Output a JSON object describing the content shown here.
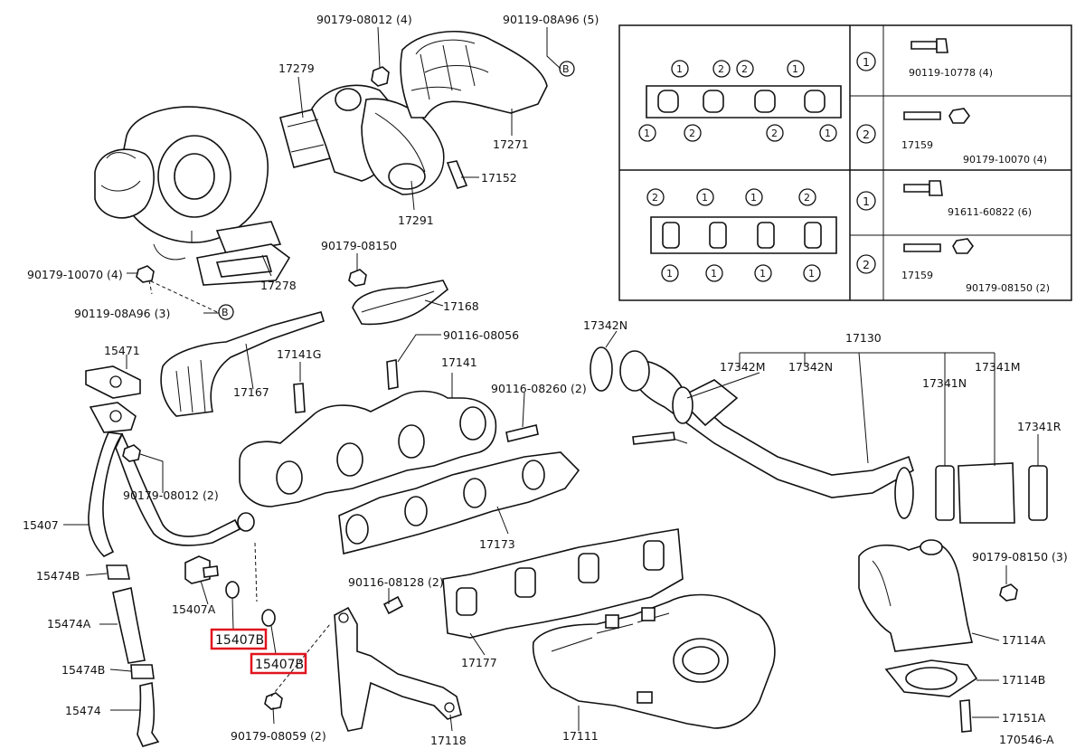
{
  "diagram": {
    "id_label": "170546-A",
    "colors": {
      "highlight": "#e0141e",
      "ink": "#111111"
    },
    "callouts": [
      "90179-08012 (4)",
      "90119-08A96 (5)",
      "17279",
      "17271",
      "17152",
      "17291",
      "90179-10070 (4)",
      "17278",
      "90179-08150",
      "17168",
      "90119-08A96 (3)",
      "15471",
      "17141G",
      "90116-08056",
      "17141",
      "90116-08260 (2)",
      "17167",
      "90179-08012 (2)",
      "15407",
      "17173",
      "15474B",
      "15407A",
      "15474A",
      "90116-08128 (2)",
      "17177",
      "15474B",
      "15474",
      "90179-08059 (2)",
      "17118",
      "17111",
      "17342N",
      "17130",
      "17342M",
      "17342N",
      "17341M",
      "17341N",
      "17341R",
      "90179-08150 (3)",
      "17114A",
      "17114B",
      "17151A"
    ],
    "highlighted": [
      "15407B",
      "15407B"
    ],
    "bolt_b_marker": "B",
    "inset": {
      "top": {
        "gasket_numbers_top": [
          "1",
          "2",
          "2",
          "1"
        ],
        "gasket_numbers_bottom": [
          "1",
          "2",
          "2",
          "1"
        ],
        "rows": [
          {
            "key": "1",
            "parts": [
              "90119-10778 (4)"
            ]
          },
          {
            "key": "2",
            "parts": [
              "17159",
              "90179-10070 (4)"
            ]
          }
        ]
      },
      "bottom": {
        "gasket_numbers_top": [
          "2",
          "1",
          "1",
          "2"
        ],
        "gasket_numbers_bottom": [
          "1",
          "1",
          "1",
          "1"
        ],
        "rows": [
          {
            "key": "1",
            "parts": [
              "91611-60822 (6)"
            ]
          },
          {
            "key": "2",
            "parts": [
              "17159",
              "90179-08150 (2)"
            ]
          }
        ]
      }
    }
  }
}
